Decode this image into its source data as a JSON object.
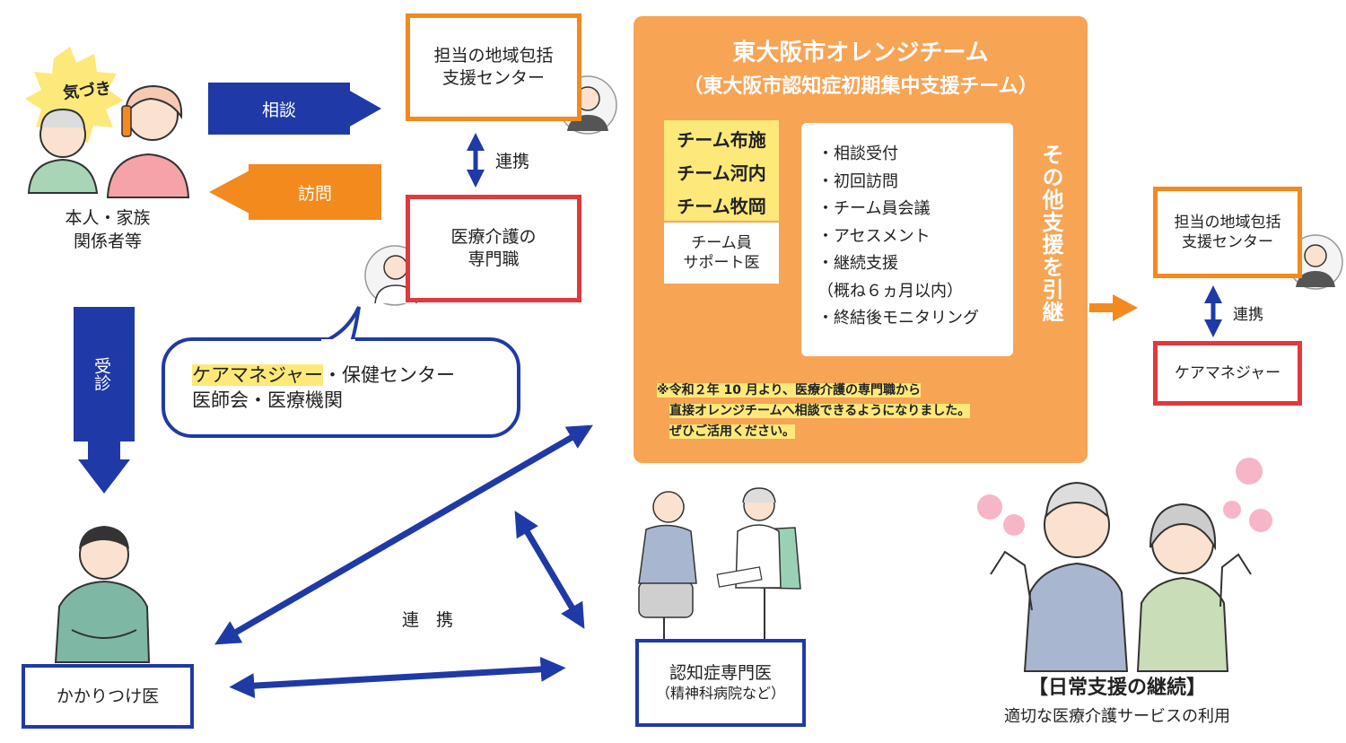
{
  "patient": {
    "kizuki": "気づき",
    "label_line1": "本人・家族",
    "label_line2": "関係者等"
  },
  "arrows": {
    "soudan": "相談",
    "houmon": "訪問",
    "jushin": "受診",
    "renkei_small": "連携",
    "renkei_right": "連携",
    "renkei_center": "連　携"
  },
  "center_left": {
    "chiiki_line1": "担当の地域包括",
    "chiiki_line2": "支援センター",
    "iryou_line1": "医療介護の",
    "iryou_line2": "専門職"
  },
  "bubble": {
    "highlight": "ケアマネジャー",
    "line1_rest": "・保健センター",
    "line2": "医師会・医療機関"
  },
  "orange_team": {
    "title": "東大阪市オレンジチーム",
    "subtitle": "（東大阪市認知症初期集中支援チーム）",
    "teams": [
      "チーム布施",
      "チーム河内",
      "チーム牧岡"
    ],
    "support_line1": "チーム員",
    "support_line2": "サポート医",
    "tasks": [
      "・相談受付",
      "・初回訪問",
      "・チーム員会議",
      "・アセスメント",
      "・継続支援",
      "（概ね６ヵ月以内）",
      "・終結後モニタリング"
    ],
    "handover": "その他支援を引継",
    "note": [
      "※令和２年 10 月より、医療介護の専門職から",
      "直接オレンジチームへ相談できるようになりました。",
      "ぜひご活用ください。"
    ]
  },
  "right": {
    "chiiki_line1": "担当の地域包括",
    "chiiki_line2": "支援センター",
    "caremanager": "ケアマネジャー"
  },
  "doctor": {
    "kakaritsuke": "かかりつけ医"
  },
  "specialist": {
    "line1": "認知症専門医",
    "line2": "（精神科病院など）"
  },
  "daily": {
    "title": "【日常支援の継続】",
    "subtitle": "適切な医療介護サービスの利用"
  },
  "colors": {
    "orange": "#f28a1e",
    "panel": "#f7a455",
    "navy": "#1f3aa6",
    "red": "#e0393e",
    "highlight": "#fde87a"
  }
}
